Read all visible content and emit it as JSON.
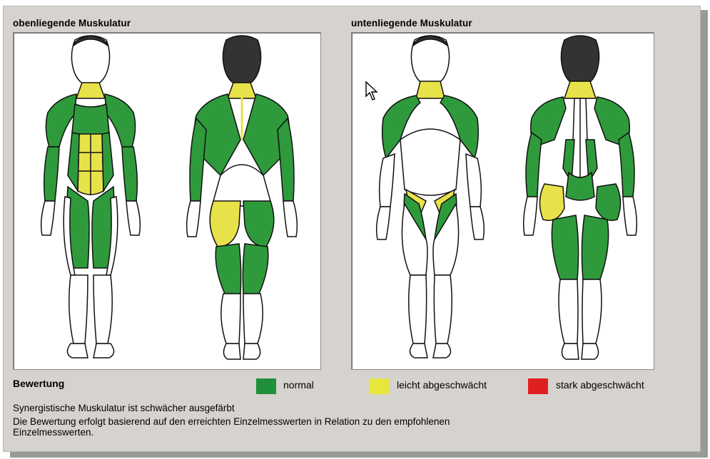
{
  "sections": {
    "upper": {
      "title": "obenliegende Muskulatur"
    },
    "lower": {
      "title": "untenliegende Muskulatur"
    }
  },
  "legend": {
    "title": "Bewertung",
    "items": [
      {
        "label": "normal",
        "color": "#1f8f3a"
      },
      {
        "label": "leicht abgeschwächt",
        "color": "#e6e63c"
      },
      {
        "label": "stark abgeschwächt",
        "color": "#e02020"
      }
    ]
  },
  "notes": {
    "line1": "Synergistische Muskulatur ist schwächer ausgefärbt",
    "line2": "Die Bewertung erfolgt basierend auf den erreichten Einzelmesswerten in Relation zu den empfohlenen",
    "line3": "Einzelmesswerten."
  },
  "colors": {
    "normal": "#2f9a3c",
    "weak": "#e8e24a",
    "outline": "#111111"
  }
}
